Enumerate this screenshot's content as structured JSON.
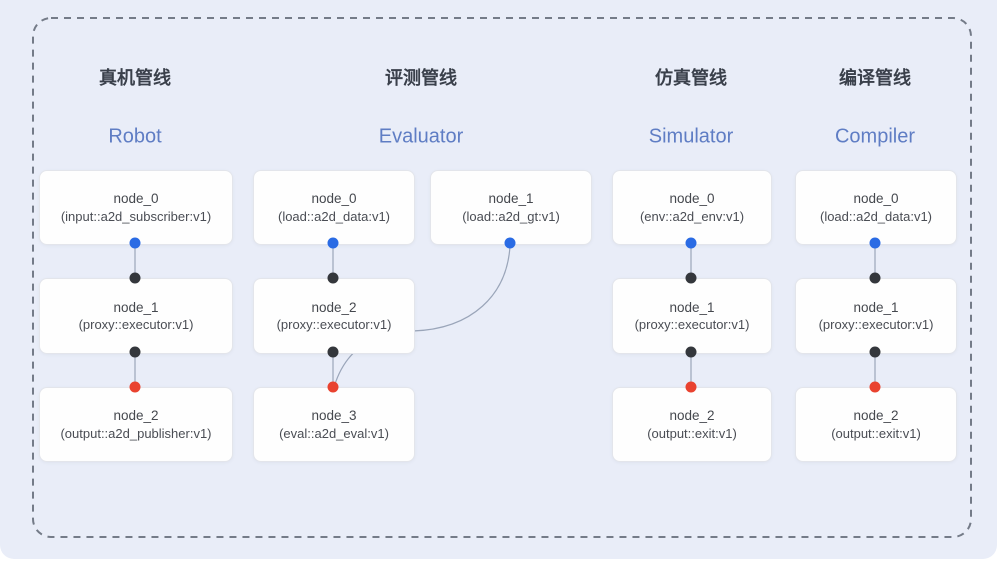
{
  "panel": {
    "background": "#e9edf8",
    "border_color": "#747b88"
  },
  "colors": {
    "edge": "#9aa5b9",
    "port_blue": "#2a6be4",
    "port_dark": "#34373c",
    "port_red": "#e9422f",
    "node_bg": "#fefefe",
    "node_border": "#e3e5eb",
    "title_zh": "#3a404b",
    "title_en": "#5f7dc4",
    "node_text": "#45484e"
  },
  "pipelines": [
    {
      "title_zh": "真机管线",
      "title_en": "Robot",
      "nodes": [
        {
          "name": "node_0",
          "type": "(input::a2d_subscriber:v1)"
        },
        {
          "name": "node_1",
          "type": "(proxy::executor:v1)"
        },
        {
          "name": "node_2",
          "type": "(output::a2d_publisher:v1)"
        }
      ]
    },
    {
      "title_zh": "评测管线",
      "title_en": "Evaluator",
      "nodes": [
        {
          "name": "node_0",
          "type": "(load::a2d_data:v1)"
        },
        {
          "name": "node_1",
          "type": "(load::a2d_gt:v1)"
        },
        {
          "name": "node_2",
          "type": "(proxy::executor:v1)"
        },
        {
          "name": "node_3",
          "type": "(eval::a2d_eval:v1)"
        }
      ]
    },
    {
      "title_zh": "仿真管线",
      "title_en": "Simulator",
      "nodes": [
        {
          "name": "node_0",
          "type": "(env::a2d_env:v1)"
        },
        {
          "name": "node_1",
          "type": "(proxy::executor:v1)"
        },
        {
          "name": "node_2",
          "type": "(output::exit:v1)"
        }
      ]
    },
    {
      "title_zh": "编译管线",
      "title_en": "Compiler",
      "nodes": [
        {
          "name": "node_0",
          "type": "(load::a2d_data:v1)"
        },
        {
          "name": "node_1",
          "type": "(proxy::executor:v1)"
        },
        {
          "name": "node_2",
          "type": "(output::exit:v1)"
        }
      ]
    }
  ]
}
